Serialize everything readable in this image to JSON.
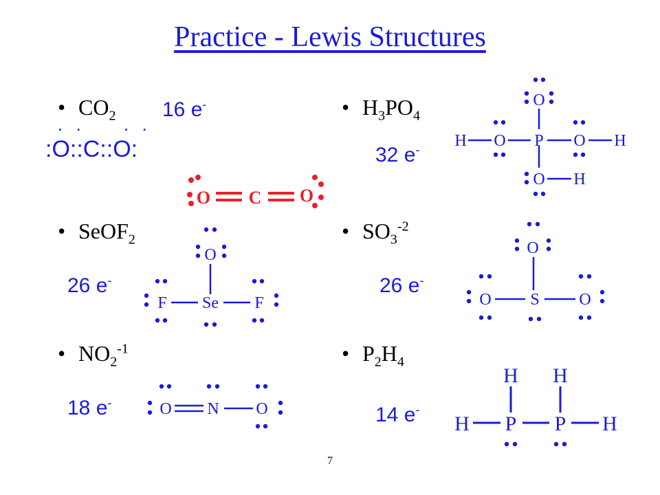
{
  "title": "Practice - Lewis Structures",
  "page_number": "7",
  "molecules": {
    "co2": {
      "formula_main": "CO",
      "formula_sub": "2",
      "electrons": "16 e",
      "charge_sup": "-",
      "lewis_text": ":O::C::O:",
      "top_dots_1": ". .",
      "top_dots_2": ". .",
      "atoms": [
        "O",
        "C",
        "O"
      ]
    },
    "h3po4": {
      "f1": "H",
      "f1_sub": "3",
      "f2": "PO",
      "f2_sub": "4",
      "electrons": "32 e",
      "charge_sup": "-",
      "atoms": [
        "H",
        "O",
        "P",
        "O",
        "H",
        "O",
        "O",
        "H"
      ]
    },
    "seof2": {
      "formula_main": "SeOF",
      "formula_sub": "2",
      "electrons": "26 e",
      "charge_sup": "-",
      "atoms": [
        "O",
        "F",
        "Se",
        "F"
      ]
    },
    "so3": {
      "formula_main": "SO",
      "formula_sub": "3",
      "formula_sup": "-2",
      "electrons": "26 e",
      "charge_sup": "-",
      "atoms": [
        "O",
        "O",
        "S",
        "O"
      ]
    },
    "no2": {
      "formula_main": "NO",
      "formula_sub": "2",
      "formula_sup": "-1",
      "electrons": "18 e",
      "charge_sup": "-",
      "atoms": [
        "O",
        "N",
        "O"
      ]
    },
    "p2h4": {
      "f1": "P",
      "f1_sub": "2",
      "f2": "H",
      "f2_sub": "4",
      "electrons": "14 e",
      "charge_sup": "-",
      "atoms": [
        "H",
        "H",
        "H",
        "P",
        "P",
        "H"
      ]
    }
  },
  "colors": {
    "blue": "#1a1adc",
    "red": "#e8202a",
    "black": "#000000"
  }
}
